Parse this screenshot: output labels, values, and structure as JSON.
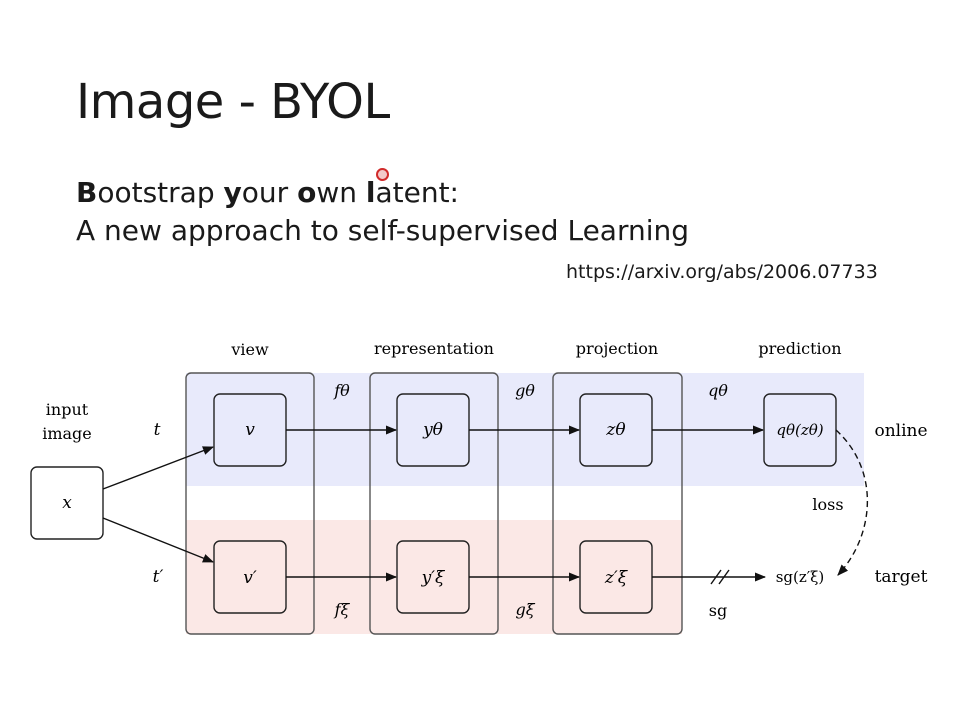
{
  "slide": {
    "title": "Image - BYOL",
    "subtitle_line1": {
      "parts": [
        {
          "text": "B",
          "bold": true
        },
        {
          "text": "ootstrap ",
          "bold": false
        },
        {
          "text": "y",
          "bold": true
        },
        {
          "text": "our ",
          "bold": false
        },
        {
          "text": "o",
          "bold": true
        },
        {
          "text": "wn ",
          "bold": false
        },
        {
          "text": "l",
          "bold": true
        },
        {
          "text": "atent:",
          "bold": false
        }
      ]
    },
    "subtitle_line2": "A new approach to self-supervised Learning",
    "link": "https://arxiv.org/abs/2006.07733"
  },
  "diagram": {
    "column_headers": {
      "view": "view",
      "representation": "representation",
      "projection": "projection",
      "prediction": "prediction"
    },
    "input_label_line1": "input",
    "input_label_line2": "image",
    "input_node": "x",
    "online": {
      "aug": "t",
      "view": "v",
      "f": "fθ",
      "y": "yθ",
      "g": "gθ",
      "z": "zθ",
      "q": "qθ",
      "pred": "qθ(zθ)",
      "row_label": "online"
    },
    "target": {
      "aug": "t′",
      "view": "v′",
      "f": "fξ",
      "y": "y′ξ",
      "g": "gξ",
      "z": "z′ξ",
      "sg": "sg",
      "sg_out": "sg(z′ξ)",
      "row_label": "target"
    },
    "loss_label": "loss",
    "colors": {
      "online_band": "#e8eafb",
      "target_band": "#fbe8e6",
      "column_border": "#555555",
      "node_border": "#222222"
    }
  }
}
